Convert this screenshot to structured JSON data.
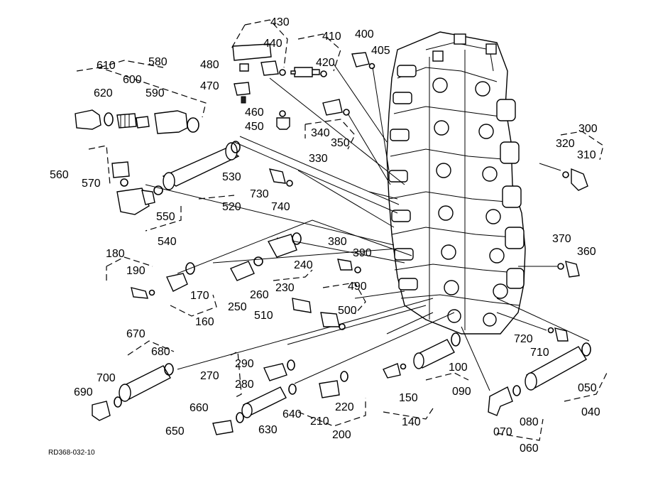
{
  "drawing_code": "RD368-032-10",
  "callouts": {
    "c430": "430",
    "c440": "440",
    "c480": "480",
    "c470": "470",
    "c460": "460",
    "c450": "450",
    "c410": "410",
    "c420": "420",
    "c400": "400",
    "c405": "405",
    "c610": "610",
    "c580": "580",
    "c620": "620",
    "c600": "600",
    "c590": "590",
    "c340": "340",
    "c350": "350",
    "c330": "330",
    "c300": "300",
    "c320": "320",
    "c310": "310",
    "c560": "560",
    "c570": "570",
    "c530": "530",
    "c520": "520",
    "c730": "730",
    "c740": "740",
    "c550": "550",
    "c540": "540",
    "c370": "370",
    "c360": "360",
    "c180": "180",
    "c190": "190",
    "c170": "170",
    "c160": "160",
    "c240": "240",
    "c260": "260",
    "c230": "230",
    "c250": "250",
    "c380": "380",
    "c390": "390",
    "c490": "490",
    "c510": "510",
    "c500": "500",
    "c670": "670",
    "c680": "680",
    "c700": "700",
    "c690": "690",
    "c290": "290",
    "c270": "270",
    "c280": "280",
    "c720": "720",
    "c710": "710",
    "c100": "100",
    "c090": "090",
    "c150": "150",
    "c140": "140",
    "c050": "050",
    "c040": "040",
    "c070": "070",
    "c080": "080",
    "c060": "060",
    "c660": "660",
    "c650": "650",
    "c630": "630",
    "c640": "640",
    "c210": "210",
    "c220": "220",
    "c200": "200"
  }
}
